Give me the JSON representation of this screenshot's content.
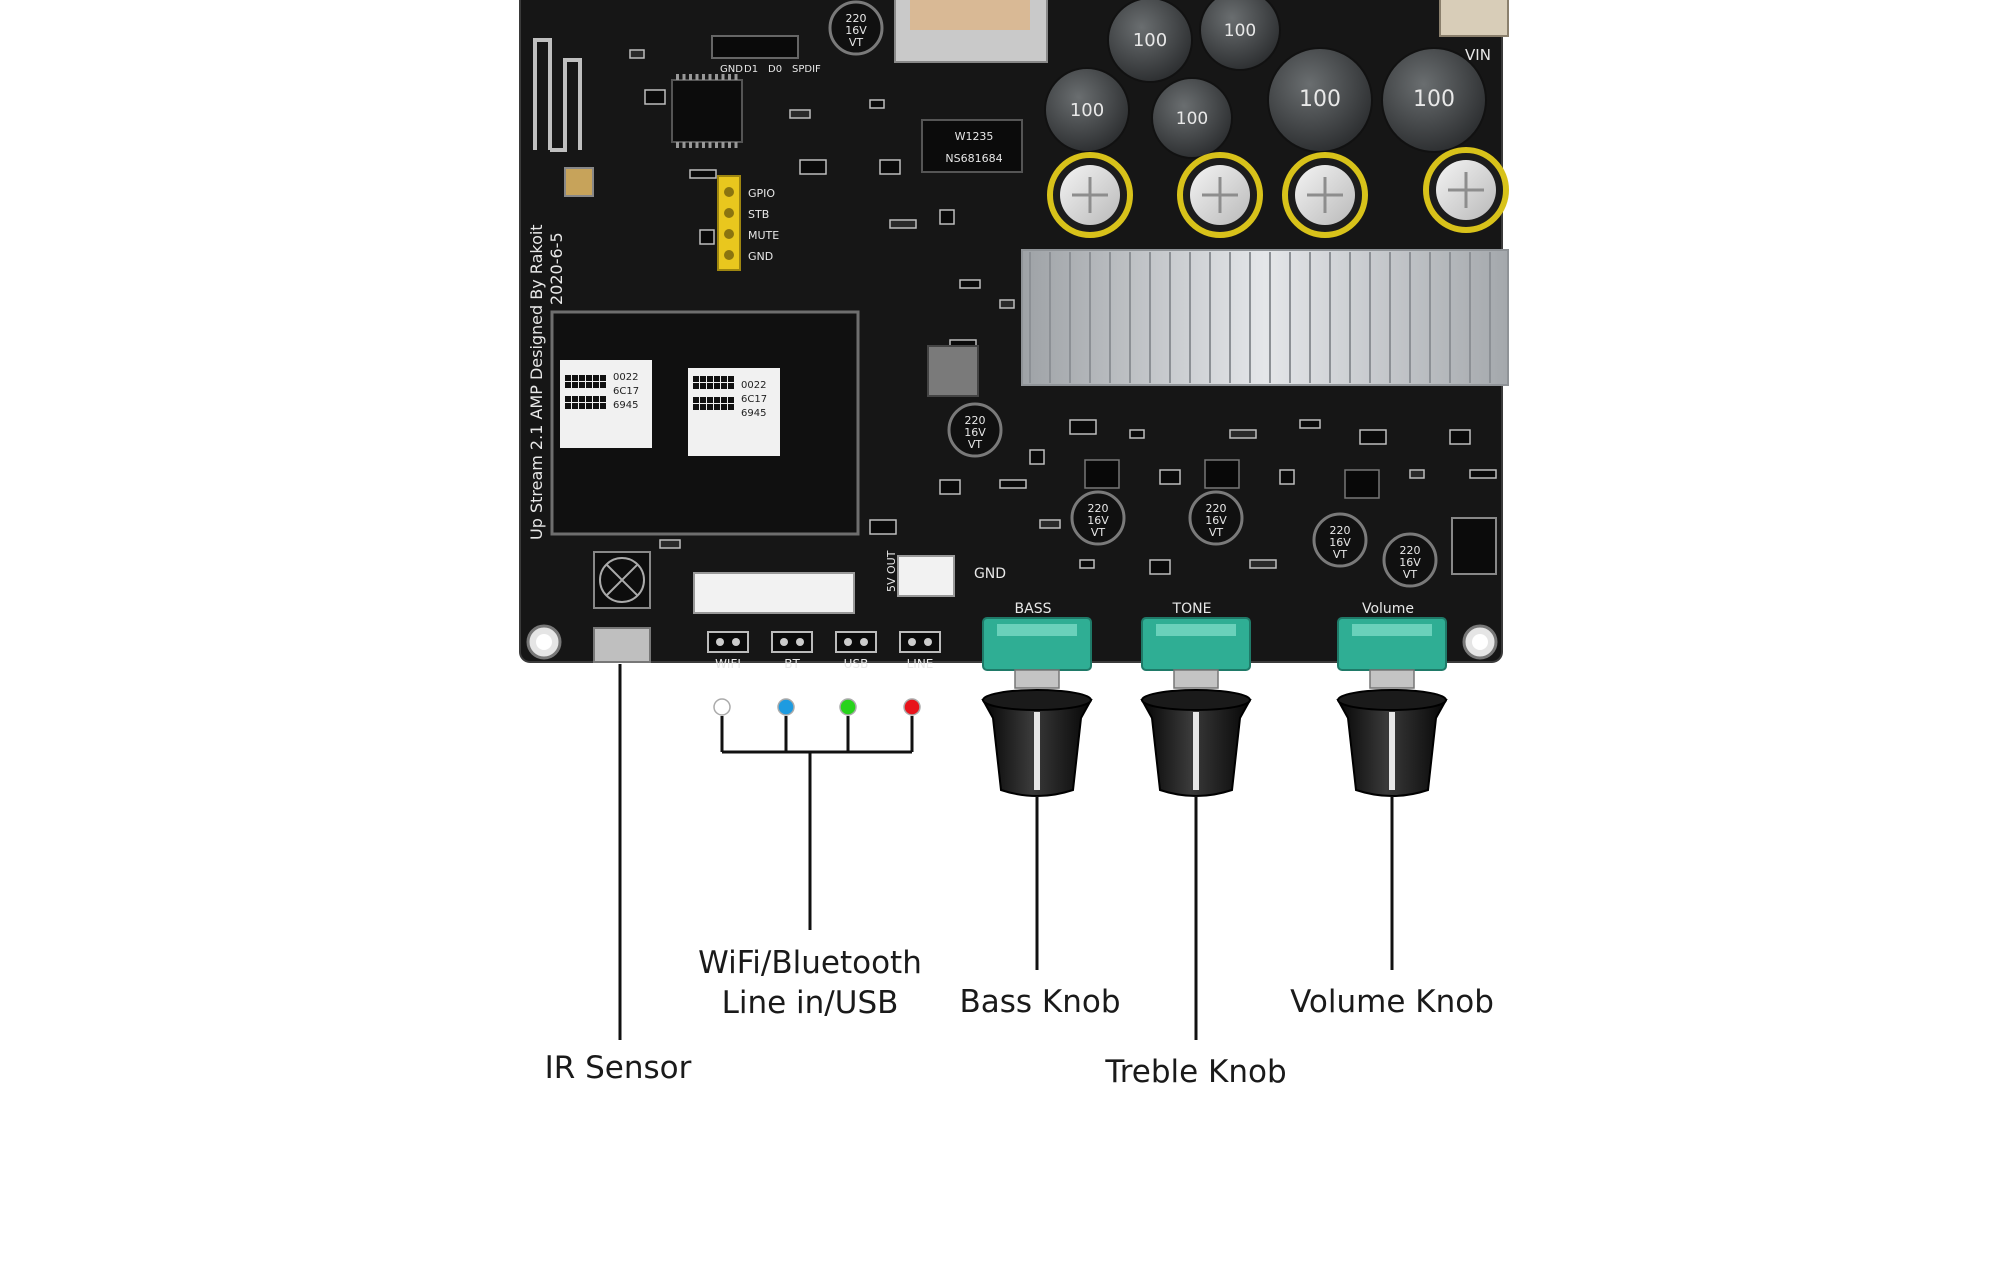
{
  "board": {
    "silkscreen_designer": "Up Stream 2.1 AMP  Designed By Rakoit",
    "silkscreen_date": "2020-6-5",
    "header_labels": [
      "GPIO",
      "STB",
      "MUTE",
      "GND"
    ],
    "spdif_labels": [
      "GND",
      "D1",
      "D0",
      "SPDIF"
    ],
    "vin_label": "VIN",
    "gnd_label": "GND",
    "out_label": "5V OUT",
    "chip_marks": [
      "W1235",
      "NS681684"
    ],
    "cap_marks": [
      "220",
      "16V",
      "VT"
    ],
    "inductor_mark": "100",
    "module_marks": [
      "0022",
      "6C17",
      "6945"
    ],
    "led_labels": [
      "WIFI",
      "BT",
      "USB",
      "LINE"
    ],
    "pot_labels": [
      "BASS",
      "TONE",
      "Volume"
    ]
  },
  "leds": [
    {
      "label": "WIFI",
      "color": "#ffffff"
    },
    {
      "label": "BT",
      "color": "#1e9be0"
    },
    {
      "label": "USB",
      "color": "#27d31b"
    },
    {
      "label": "LINE",
      "color": "#e8131b"
    }
  ],
  "callouts": {
    "ir_sensor": "IR Sensor",
    "source_line1": "WiFi/Bluetooth",
    "source_line2": "Line in/USB",
    "bass_knob": "Bass Knob",
    "treble_knob": "Treble Knob",
    "volume_knob": "Volume Knob"
  },
  "colors": {
    "pcb": "#161616",
    "heatsink": "#c9ccd0",
    "pot_body": "#2fae94",
    "knob": "#111111",
    "capacitor_band": "#d8c21a"
  }
}
